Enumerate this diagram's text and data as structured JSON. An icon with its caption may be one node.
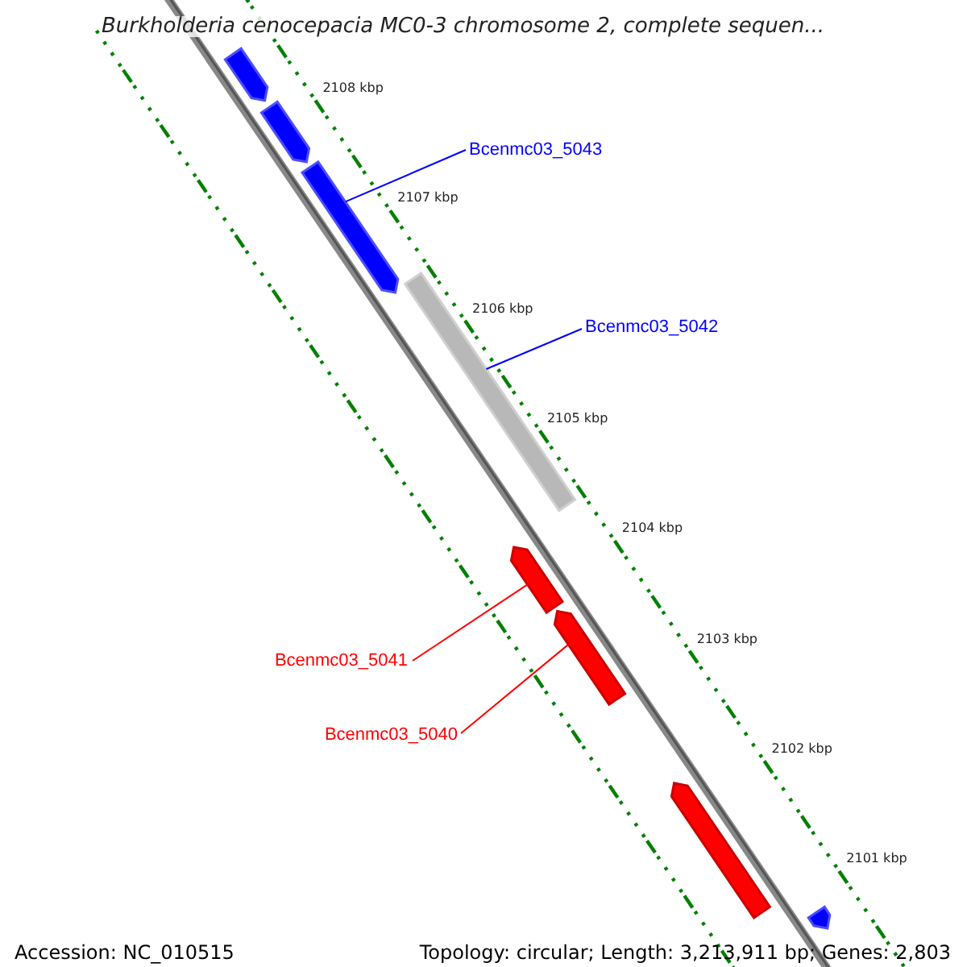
{
  "diagram": {
    "title": "Burkholderia cenocepacia MC0-3 chromosome 2, complete sequen...",
    "nodes": [
      {
        "text": [],
        "shape": "bar"
      },
      {
        "text": [],
        "shape": "bar"
      },
      {
        "text": [
          "Bcenmc03_5043"
        ]
      },
      {
        "text": [],
        "shape": "bar"
      },
      {
        "text": [
          "Bcenmc03_5042"
        ]
      },
      {
        "text": [],
        "shape": "bar"
      },
      {
        "text": [
          "Bcenmc03_5041"
        ]
      },
      {
        "text": [],
        "shape": "bar"
      },
      {
        "text": [
          "Bcenmc03_5040"
        ]
      },
      {
        "text": [],
        "shape": "bar"
      },
      {
        "text": [],
        "shape": "bar"
      },
      {
        "text": [],
        "shape": "bar"
      }
    ],
    "edges": [
      {
        "from": 2,
        "to": 3,
        "arrow": "none",
        "color": "#0000ff"
      },
      {
        "from": 4,
        "to": 5,
        "arrow": "none",
        "color": "#0000ff"
      },
      {
        "from": 6,
        "to": 7,
        "arrow": "none",
        "color": "#ff0000"
      },
      {
        "from": 8,
        "to": 9,
        "arrow": "none",
        "color": "#ff0000"
      }
    ],
    "labels": [
      "2108 kbp",
      "2107 kbp",
      "2106 kbp",
      "2105 kbp",
      "2104 kbp",
      "2103 kbp",
      "2102 kbp",
      "2101 kbp",
      "Accession: NC_010515",
      "Topology: circular; Length: 3,213,911 bp; Genes: 2,803"
    ]
  }
}
